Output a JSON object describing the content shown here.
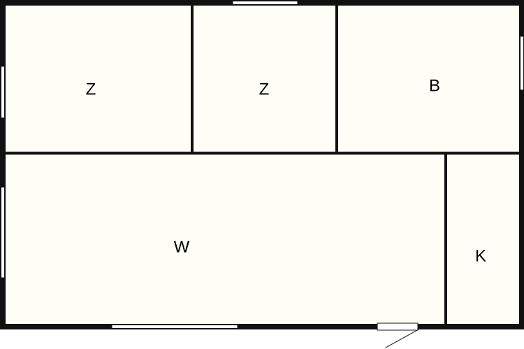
{
  "colors": {
    "floor": "#fefef6",
    "wall": "#111111",
    "window": "#ffffff",
    "door_line": "#222222"
  },
  "rooms": [
    {
      "id": "room-z-1",
      "label": "Z"
    },
    {
      "id": "room-z-2",
      "label": "Z"
    },
    {
      "id": "room-b",
      "label": "B"
    },
    {
      "id": "room-w",
      "label": "W"
    },
    {
      "id": "room-k",
      "label": "K"
    }
  ]
}
